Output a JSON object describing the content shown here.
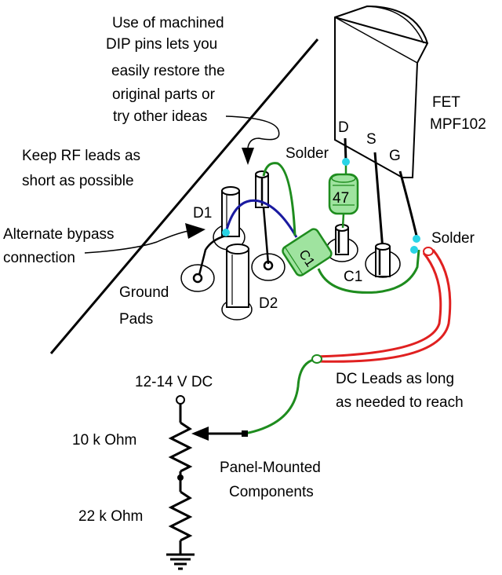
{
  "annotations": {
    "dip_note": [
      "Use of machined",
      "DIP pins lets you",
      "easily restore the",
      "original parts or",
      "try other ideas"
    ],
    "rf_note": [
      "Keep RF leads as",
      "short as possible"
    ],
    "bypass_note": [
      "Alternate bypass",
      "connection"
    ],
    "ground_note": [
      "Ground",
      "Pads"
    ],
    "dc_note": [
      "DC Leads as long",
      "as needed to reach"
    ],
    "panel_note": [
      "Panel-Mounted",
      "Components"
    ]
  },
  "fet": {
    "label_lines": [
      "FET",
      "MPF102"
    ],
    "pins": {
      "d": "D",
      "s": "S",
      "g": "G"
    }
  },
  "parts": {
    "d1": "D1",
    "d2": "D2",
    "c1": "C1",
    "c1_body": "C1",
    "resistor_47": "47",
    "solder_top": "Solder",
    "solder_right": "Solder"
  },
  "panel": {
    "supply": "12-14 V DC",
    "pot": "10 k Ohm",
    "resistor": "22 k Ohm"
  },
  "colors": {
    "wire_green": "#1e8c1e",
    "wire_red": "#e02020",
    "wire_blue": "#1a1aa0",
    "solder_dot": "#29d4e6",
    "resistor_fill": "#9fe39f",
    "cap_fill": "#9fe39f"
  }
}
